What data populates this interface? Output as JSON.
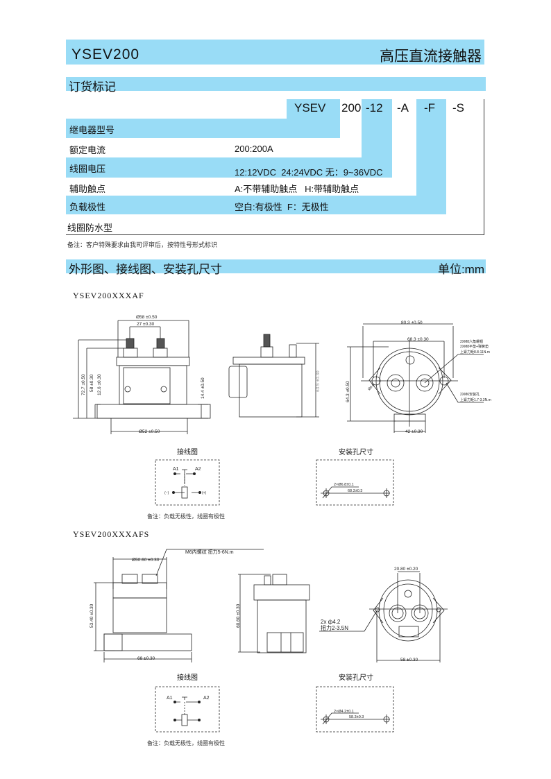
{
  "header": {
    "title": "YSEV200",
    "subtitle": "高压直流接触器"
  },
  "ordering": {
    "section_title": "订货标记",
    "codes": [
      "YSEV",
      "200",
      "-12",
      "-A",
      "-F",
      "-S"
    ],
    "rows": [
      {
        "label": "继电器型号",
        "value": ""
      },
      {
        "label": "额定电流",
        "value": "200:200A"
      },
      {
        "label": "线圈电压",
        "value": "12:12VDC  24:24VDC 无：9~36VDC"
      },
      {
        "label": "辅助触点",
        "value": "A:不带辅助触点   H:带辅助触点"
      },
      {
        "label": "负载极性",
        "value": "空白:有极性  F：无极性"
      },
      {
        "label": "线圈防水型",
        "value": ""
      }
    ],
    "note": "备注：客户特殊要求由我司评审后，按特性号形式标识"
  },
  "dimensions": {
    "section_title": "外形图、接线图、安装孔尺寸",
    "unit": "单位:mm",
    "model1": {
      "name": "YSEV200XXXAF",
      "dims": {
        "d58": "Ø58 ±0.50",
        "d27": "27 ±0.30",
        "d52": "Ø52 ±0.50",
        "h727": "72.7 ±0.50",
        "h58": "58 ±0.30",
        "h126": "12.6 ±0.30",
        "h144": "14.4 ±0.50",
        "h635": "63.5 ±0.30",
        "w803": "80.3 ±0.50",
        "w683": "68.3 ±0.30",
        "h643": "64.3 ±0.50",
        "w42": "42 ±0.30",
        "hole": "Ø6.8",
        "nut1": "2XM8六角螺帽",
        "nut2": "2XM8平垫+弹簧垫",
        "nut3": "上紧力矩8.8-11N.m",
        "mnt1": "2XM6安装孔",
        "mnt2": "上紧力矩1.7-3.3N.m"
      },
      "wiring_title": "接线图",
      "mount_title": "安装孔尺寸",
      "wiring": {
        "a1": "A1",
        "a2": "A2",
        "neg": "(−)",
        "pos": "(+)"
      },
      "mount": {
        "hole": "2×Ø6.8±0.1",
        "spacing": "68.3±0.3"
      },
      "note": "备注：负载无极性，线圈有极性"
    },
    "model2": {
      "name": "YSEV200XXXAFS",
      "dims": {
        "thread": "M6内螺纹 扭力5-6N.m",
        "d5060": "Ø50.60 ±0.30",
        "h5340": "53.40 ±0.30",
        "w68": "68 ±0.30",
        "h6060": "60.60 ±0.30",
        "w2080": "20.80 ±0.20",
        "w58": "58 ±0.30",
        "hole1": "2x ф4.2",
        "hole2": "扭力2-3.5N"
      },
      "wiring_title": "接线图",
      "mount_title": "安装孔尺寸",
      "wiring": {
        "a1": "A1",
        "a2": "A2"
      },
      "mount": {
        "hole": "2×Ø4.2±0.1",
        "spacing": "58.3±0.3"
      },
      "note": "备注：负载无极性，线圈有极性"
    }
  },
  "colors": {
    "accent": "#99dcf6"
  }
}
